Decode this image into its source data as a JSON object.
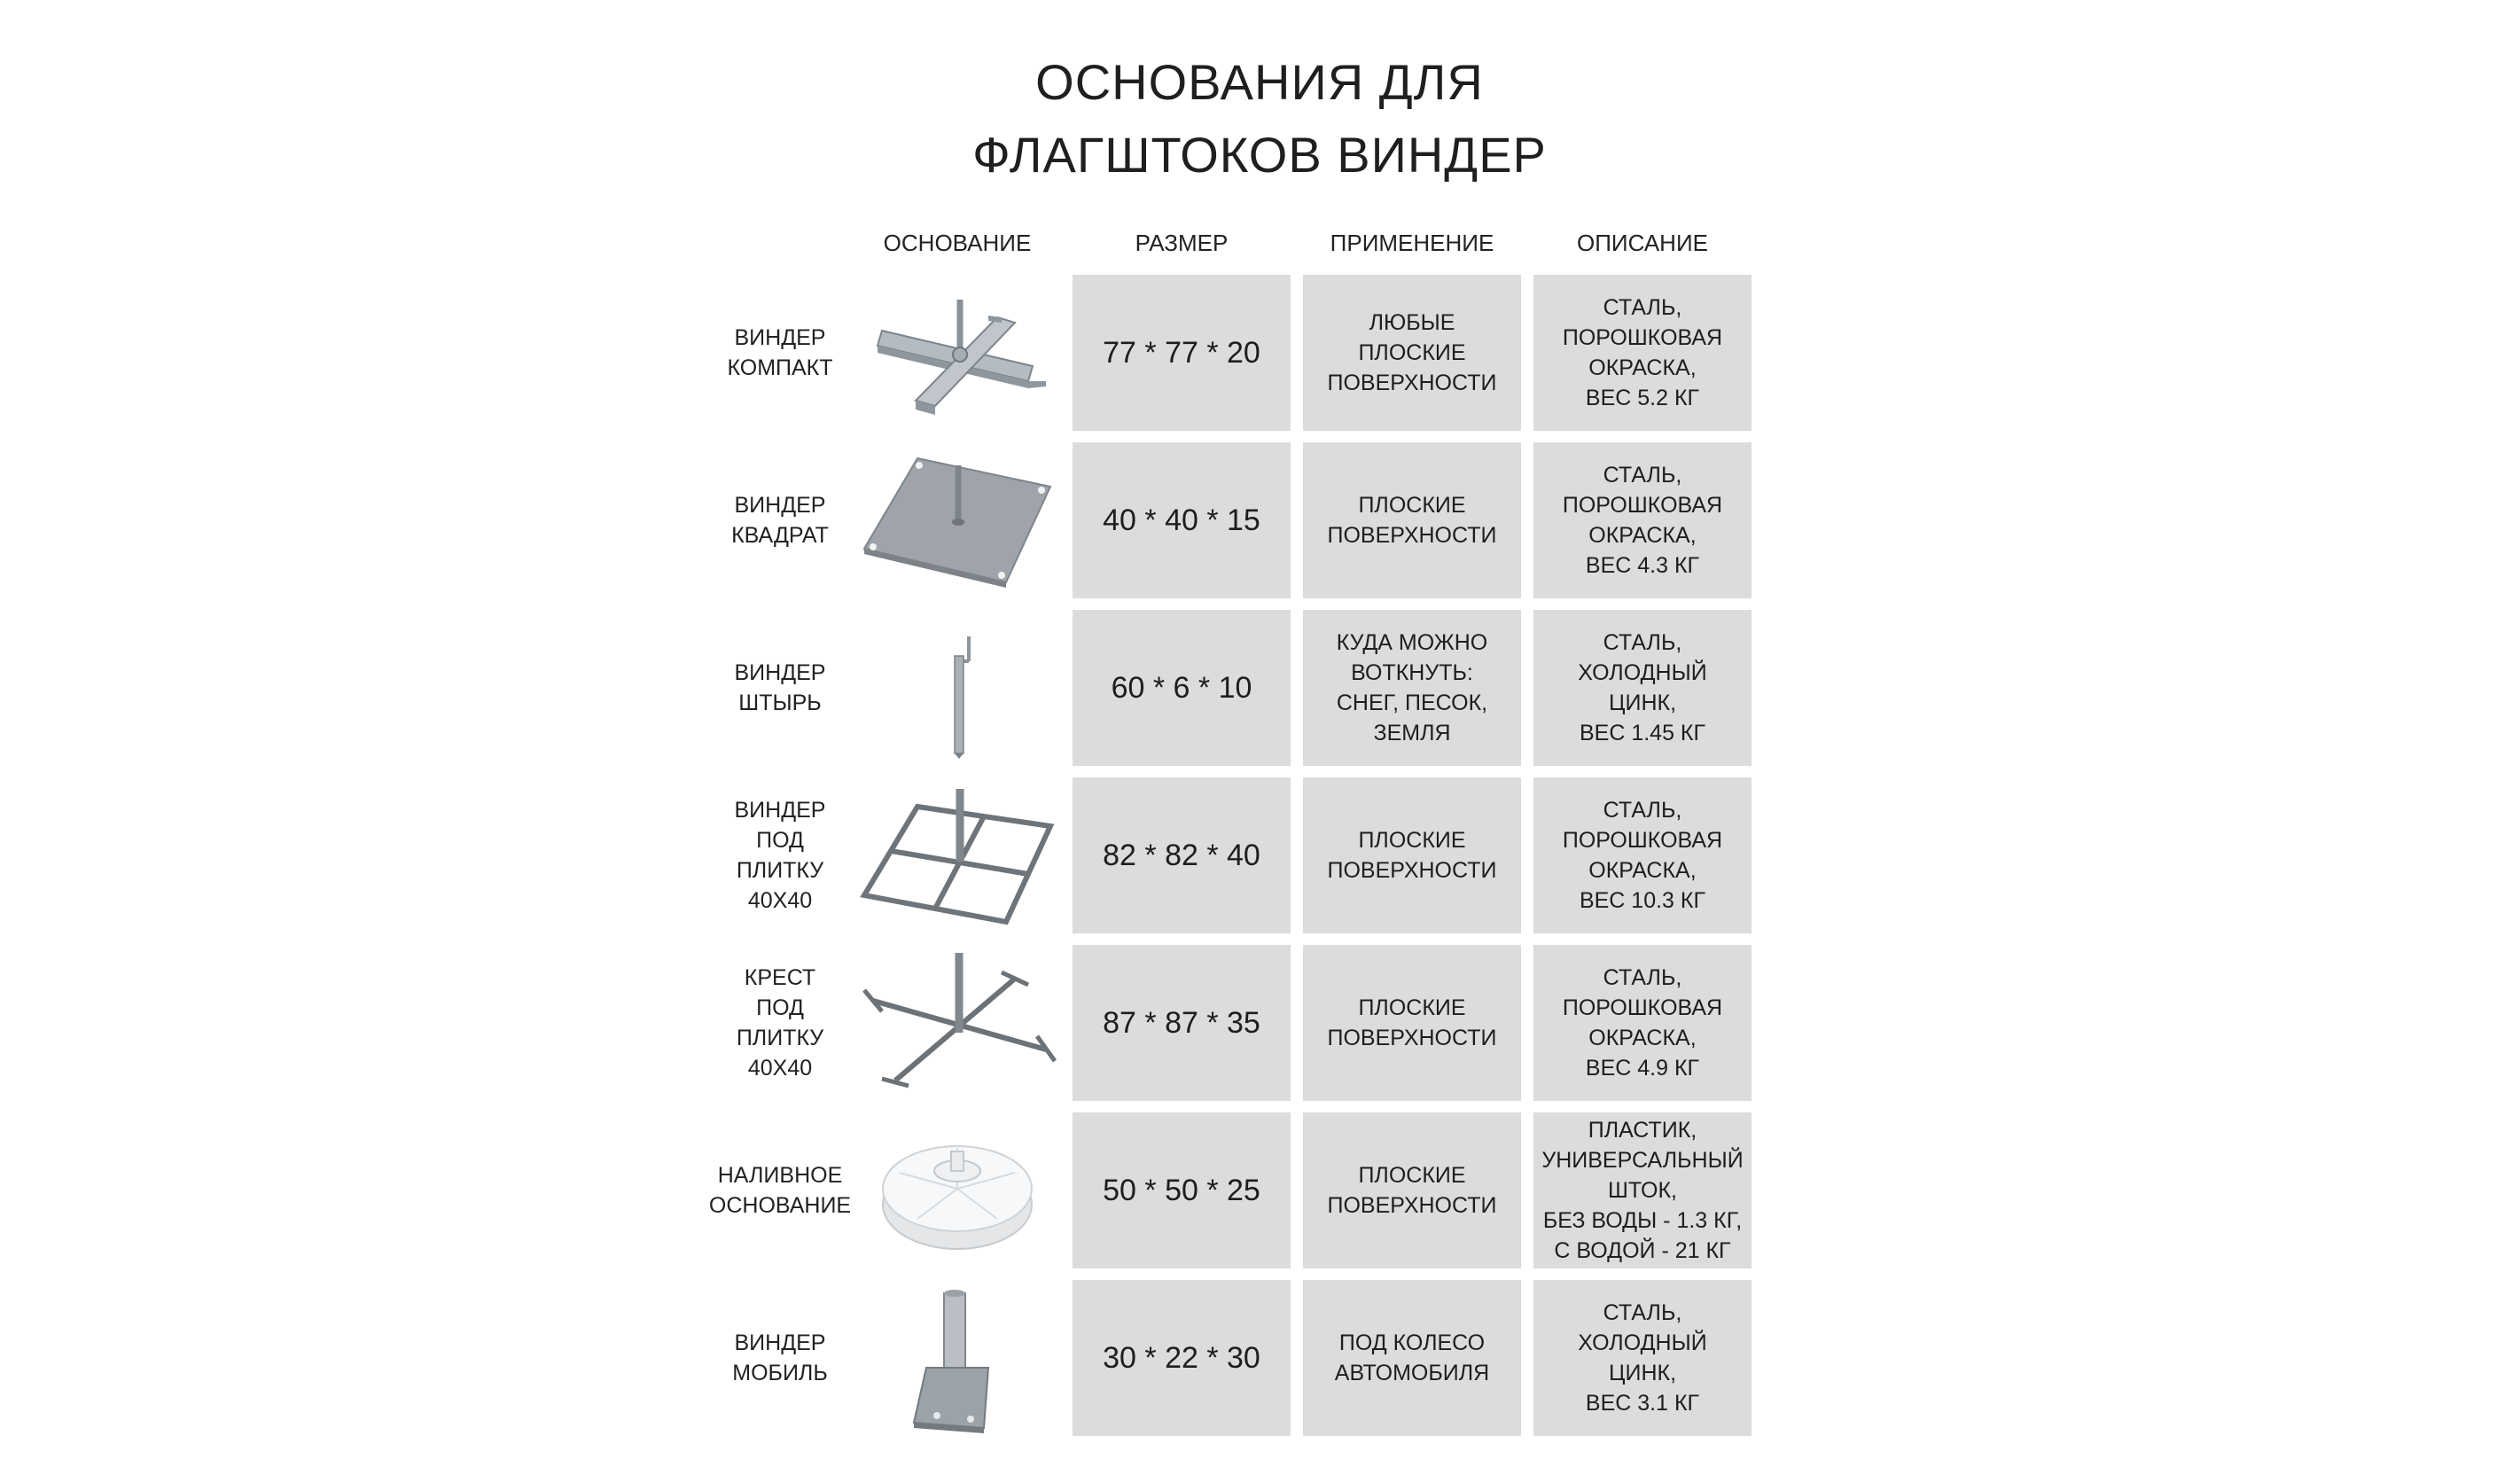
{
  "title": {
    "line1": "ОСНОВАНИЯ ДЛЯ",
    "line2": "ФЛАГШТОКОВ ВИНДЕР"
  },
  "headers": {
    "base": "ОСНОВАНИЕ",
    "size": "РАЗМЕР",
    "use": "ПРИМЕНЕНИЕ",
    "desc": "ОПИСАНИЕ"
  },
  "rows": [
    {
      "name": "ВИНДЕР\nКОМПАКТ",
      "image": "cross-rail-base-image",
      "size": "77 * 77 * 20",
      "use": "ЛЮБЫЕ\nПЛОСКИЕ\nПОВЕРХНОСТИ",
      "desc": "СТАЛЬ,\nПОРОШКОВАЯ\nОКРАСКА,\nВЕС 5.2 КГ"
    },
    {
      "name": "ВИНДЕР\nКВАДРАТ",
      "image": "square-plate-base-image",
      "size": "40 * 40 * 15",
      "use": "ПЛОСКИЕ\nПОВЕРХНОСТИ",
      "desc": "СТАЛЬ,\nПОРОШКОВАЯ\nОКРАСКА,\nВЕС 4.3 КГ"
    },
    {
      "name": "ВИНДЕР\nШТЫРЬ",
      "image": "ground-spike-image",
      "size": "60 * 6 * 10",
      "use": "КУДА МОЖНО\nВОТКНУТЬ:\nСНЕГ, ПЕСОК,\nЗЕМЛЯ",
      "desc": "СТАЛЬ,\nХОЛОДНЫЙ\nЦИНК,\nВЕС 1.45 КГ"
    },
    {
      "name": "ВИНДЕР\nПОД\nПЛИТКУ\n40Х40",
      "image": "tile-frame-base-image",
      "size": "82 * 82 * 40",
      "use": "ПЛОСКИЕ\nПОВЕРХНОСТИ",
      "desc": "СТАЛЬ,\nПОРОШКОВАЯ\nОКРАСКА,\nВЕС 10.3 КГ"
    },
    {
      "name": "КРЕСТ\nПОД\nПЛИТКУ\n40Х40",
      "image": "tile-cross-base-image",
      "size": "87 * 87 * 35",
      "use": "ПЛОСКИЕ\nПОВЕРХНОСТИ",
      "desc": "СТАЛЬ,\nПОРОШКОВАЯ\nОКРАСКА,\nВЕС 4.9 КГ"
    },
    {
      "name": "НАЛИВНОЕ\nОСНОВАНИЕ",
      "image": "water-fillable-base-image",
      "size": "50 * 50 * 25",
      "use": "ПЛОСКИЕ\nПОВЕРХНОСТИ",
      "desc": "ПЛАСТИК,\nУНИВЕРСАЛЬНЫЙ\nШТОК,\nБЕЗ ВОДЫ - 1.3 КГ,\nС ВОДОЙ - 21 КГ"
    },
    {
      "name": "ВИНДЕР\nМОБИЛЬ",
      "image": "car-wheel-base-image",
      "size": "30 * 22 * 30",
      "use": "ПОД КОЛЕСО\nАВТОМОБИЛЯ",
      "desc": "СТАЛЬ,\nХОЛОДНЫЙ\nЦИНК,\nВЕС 3.1 КГ"
    }
  ]
}
